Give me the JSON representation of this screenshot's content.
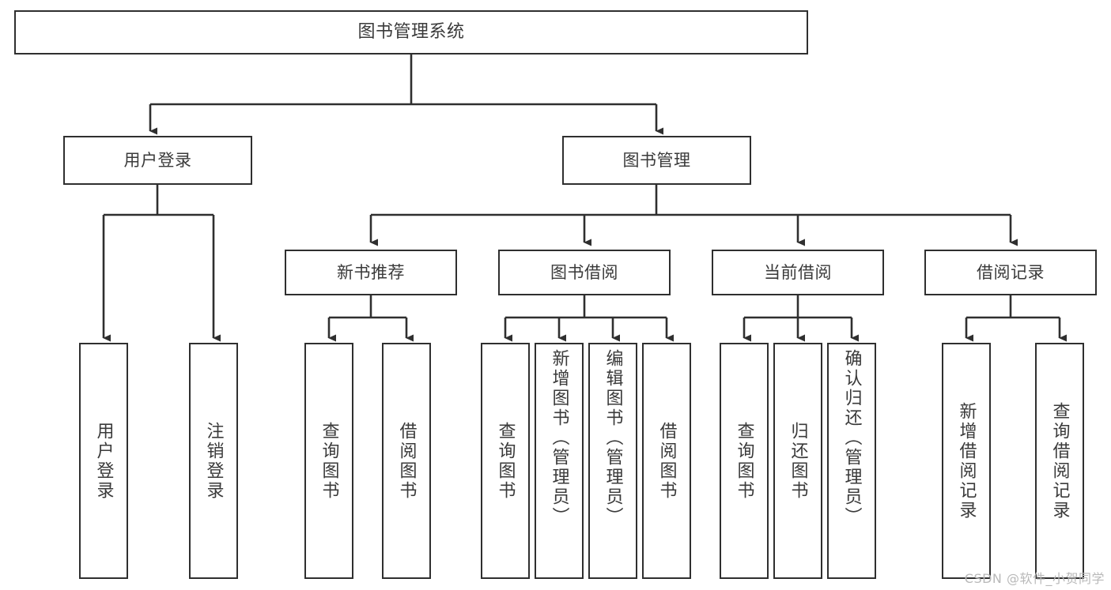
{
  "diagram": {
    "title": "图书管理系统",
    "type": "tree",
    "orientation": "top-down",
    "style": {
      "background": "#ffffff",
      "node_fill": "#ffffff",
      "node_border": "#2f2f2f",
      "text_color": "#3a3a3a",
      "edge_color": "#2f2f2f",
      "watermark_color": "#b9b9b9"
    }
  },
  "nodes": {
    "root": {
      "label": "图书管理系统"
    },
    "level2": [
      {
        "id": "user-login",
        "label": "用户登录"
      },
      {
        "id": "book-manage",
        "label": "图书管理"
      }
    ],
    "level3": [
      {
        "id": "new-book-rec",
        "label": "新书推荐"
      },
      {
        "id": "book-borrow",
        "label": "图书借阅"
      },
      {
        "id": "current-borrow",
        "label": "当前借阅"
      },
      {
        "id": "borrow-record",
        "label": "借阅记录"
      }
    ],
    "leaves": {
      "user-login": [
        {
          "id": "leaf-user-login",
          "label": "用户登录"
        },
        {
          "id": "leaf-user-logout",
          "label": "注销登录"
        }
      ],
      "new-book-rec": [
        {
          "id": "leaf-query-book-1",
          "label": "查询图书"
        },
        {
          "id": "leaf-borrow-book-1",
          "label": "借阅图书"
        }
      ],
      "book-borrow": [
        {
          "id": "leaf-query-book-2",
          "label": "查询图书"
        },
        {
          "id": "leaf-add-book",
          "label": "新增图书（管理员）"
        },
        {
          "id": "leaf-edit-book",
          "label": "编辑图书（管理员）"
        },
        {
          "id": "leaf-borrow-book-2",
          "label": "借阅图书"
        }
      ],
      "current-borrow": [
        {
          "id": "leaf-query-book-3",
          "label": "查询图书"
        },
        {
          "id": "leaf-return-book",
          "label": "归还图书"
        },
        {
          "id": "leaf-confirm-return",
          "label": "确认归还（管理员）"
        }
      ],
      "borrow-record": [
        {
          "id": "leaf-add-record",
          "label": "新增借阅记录"
        },
        {
          "id": "leaf-query-record",
          "label": "查询借阅记录"
        }
      ]
    }
  },
  "watermark": {
    "text": "CSDN @软件_小贺同学"
  }
}
